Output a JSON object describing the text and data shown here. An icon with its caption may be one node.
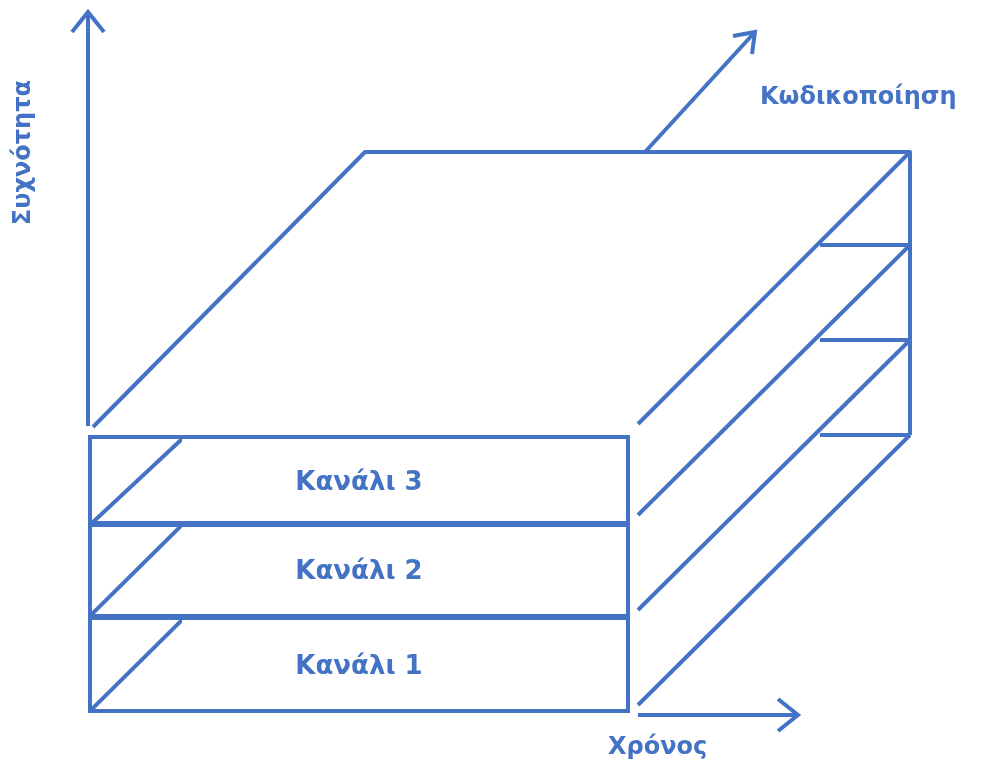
{
  "diagram": {
    "nodes": [
      {
        "text": [
          "Κανάλι 3"
        ]
      },
      {
        "text": [
          "Κανάλι 2"
        ]
      },
      {
        "text": [
          "Κανάλι 1"
        ]
      }
    ],
    "labels": [
      "Συχνότητα",
      "Κωδικοποίηση",
      "Χρόνος"
    ]
  }
}
